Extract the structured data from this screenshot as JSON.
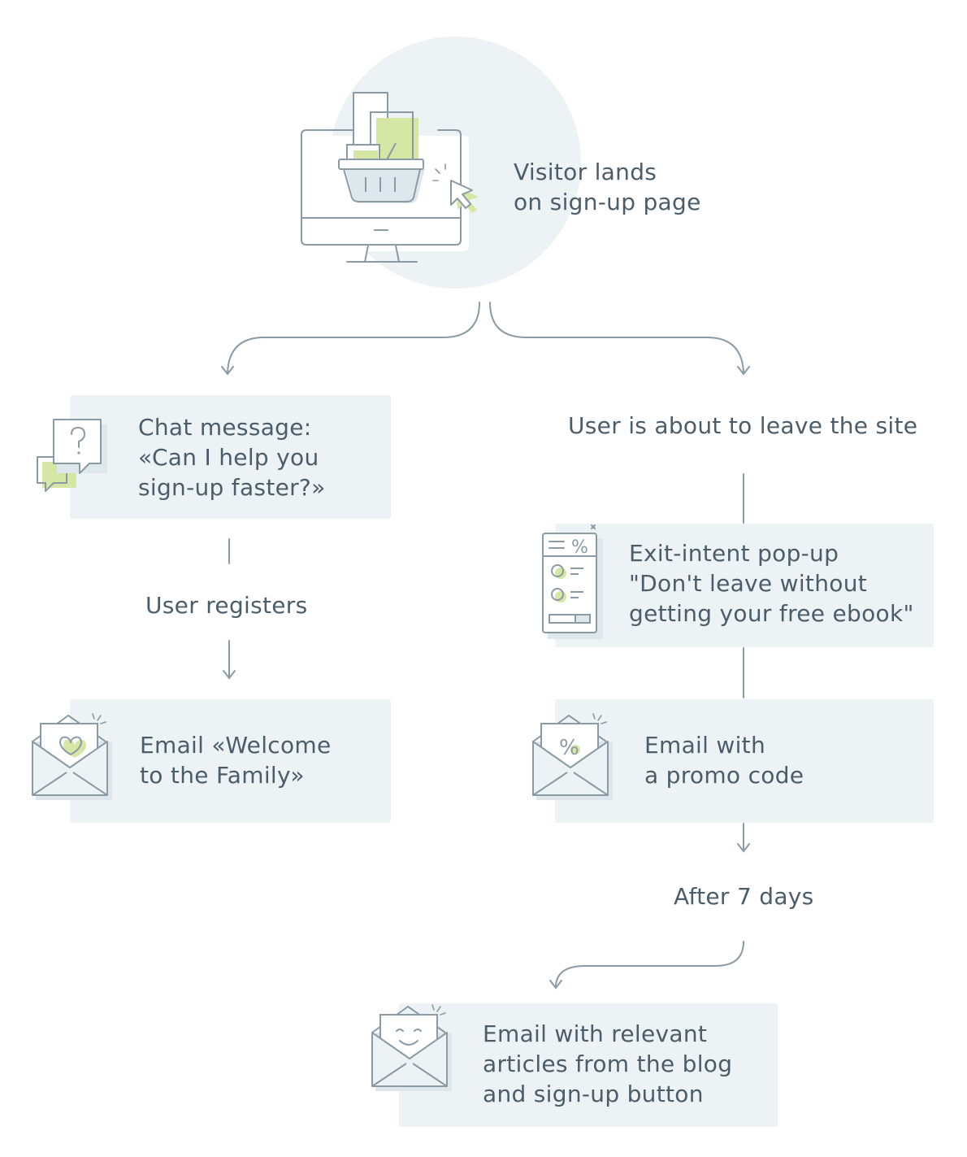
{
  "start": {
    "label": "Visitor lands\non sign-up page",
    "icon": "monitor-shopping-basket-icon"
  },
  "left_branch": {
    "chat": {
      "label": "Chat message:\n«Can I help you\nsign-up faster?»",
      "icon": "chat-question-icon"
    },
    "condition": "User registers",
    "welcome_email": {
      "label": "Email «Welcome\nto the Family»",
      "icon": "envelope-heart-icon"
    }
  },
  "right_branch": {
    "condition": "User is about to leave the site",
    "popup": {
      "label": "Exit-intent pop-up\n\"Don't leave without\ngetting your free ebook\"",
      "icon": "popup-form-percent-icon"
    },
    "promo_email": {
      "label": "Email with\na promo code",
      "icon": "envelope-percent-icon"
    },
    "delay": "After 7 days",
    "articles_email": {
      "label": "Email with relevant\narticles from the blog\nand sign-up button",
      "icon": "envelope-smile-icon"
    }
  },
  "colors": {
    "box_fill": "#edf2f4",
    "line": "#8a9ba5",
    "text": "#4b5d6a",
    "accent_green": "#d6e6a4"
  }
}
